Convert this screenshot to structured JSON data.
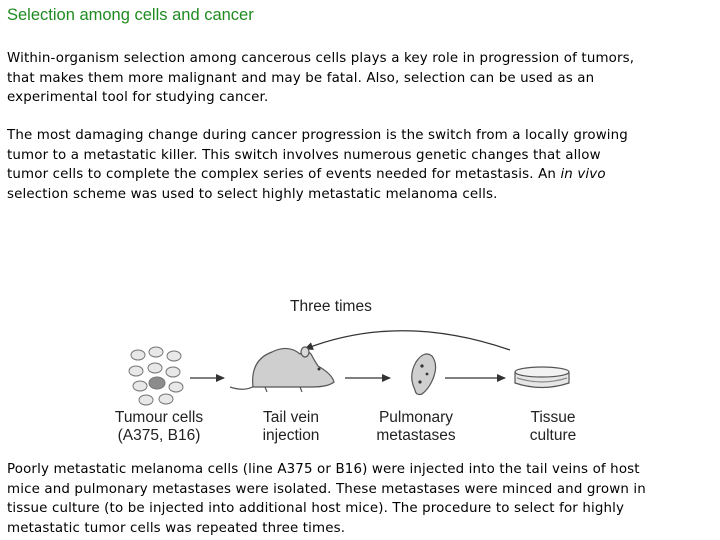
{
  "title": "Selection among cells and cancer",
  "paragraph1": [
    "Within-organism selection among cancerous cells plays a key role in progression of tumors,",
    "that makes them more malignant and may be fatal. Also, selection can be used as an",
    "experimental tool for studying cancer."
  ],
  "paragraph2": {
    "lines": [
      "The most damaging change during cancer progression is the switch from a locally growing",
      "tumor to a metastatic killer. This switch involves numerous genetic changes that allow"
    ],
    "line3_before": "tumor cells to complete the complex series of events needed for metastasis. An ",
    "line3_italic": "in vivo",
    "line4": "selection scheme was used to select highly metastatic melanoma cells."
  },
  "figure": {
    "arrow_label": "Three times",
    "steps": [
      {
        "line1": "Tumour cells",
        "line2": "(A375, B16)"
      },
      {
        "line1": "Tail vein",
        "line2": "injection"
      },
      {
        "line1": "Pulmonary",
        "line2": "metastases"
      },
      {
        "line1": "Tissue",
        "line2": "culture"
      }
    ]
  },
  "paragraph3": [
    "Poorly metastatic melanoma cells (line A375 or B16) were injected into the tail veins of host",
    "mice and pulmonary metastases were isolated. These metastases were minced and grown in",
    "tissue culture (to be injected into additional host mice). The procedure to select for highly",
    "metastatic tumor cells was repeated three times."
  ]
}
